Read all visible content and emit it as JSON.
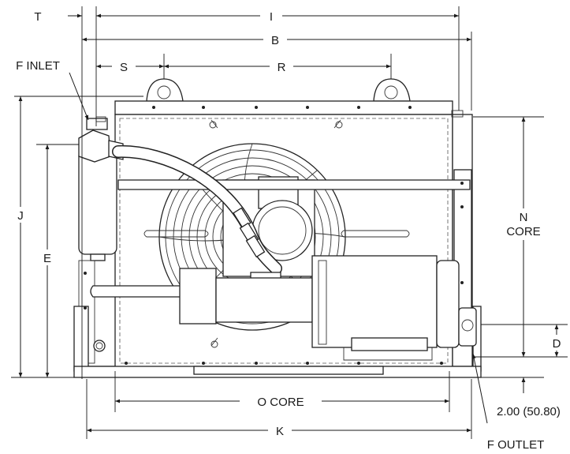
{
  "labels": {
    "T": "T",
    "I": "I",
    "B": "B",
    "F_INLET": "F INLET",
    "S": "S",
    "R": "R",
    "J": "J",
    "E": "E",
    "N_line1": "N",
    "N_line2": "CORE",
    "D": "D",
    "O_CORE": "O CORE",
    "dim_2": "2.00 (50.80)",
    "K": "K",
    "F_OUTLET": "F OUTLET"
  }
}
